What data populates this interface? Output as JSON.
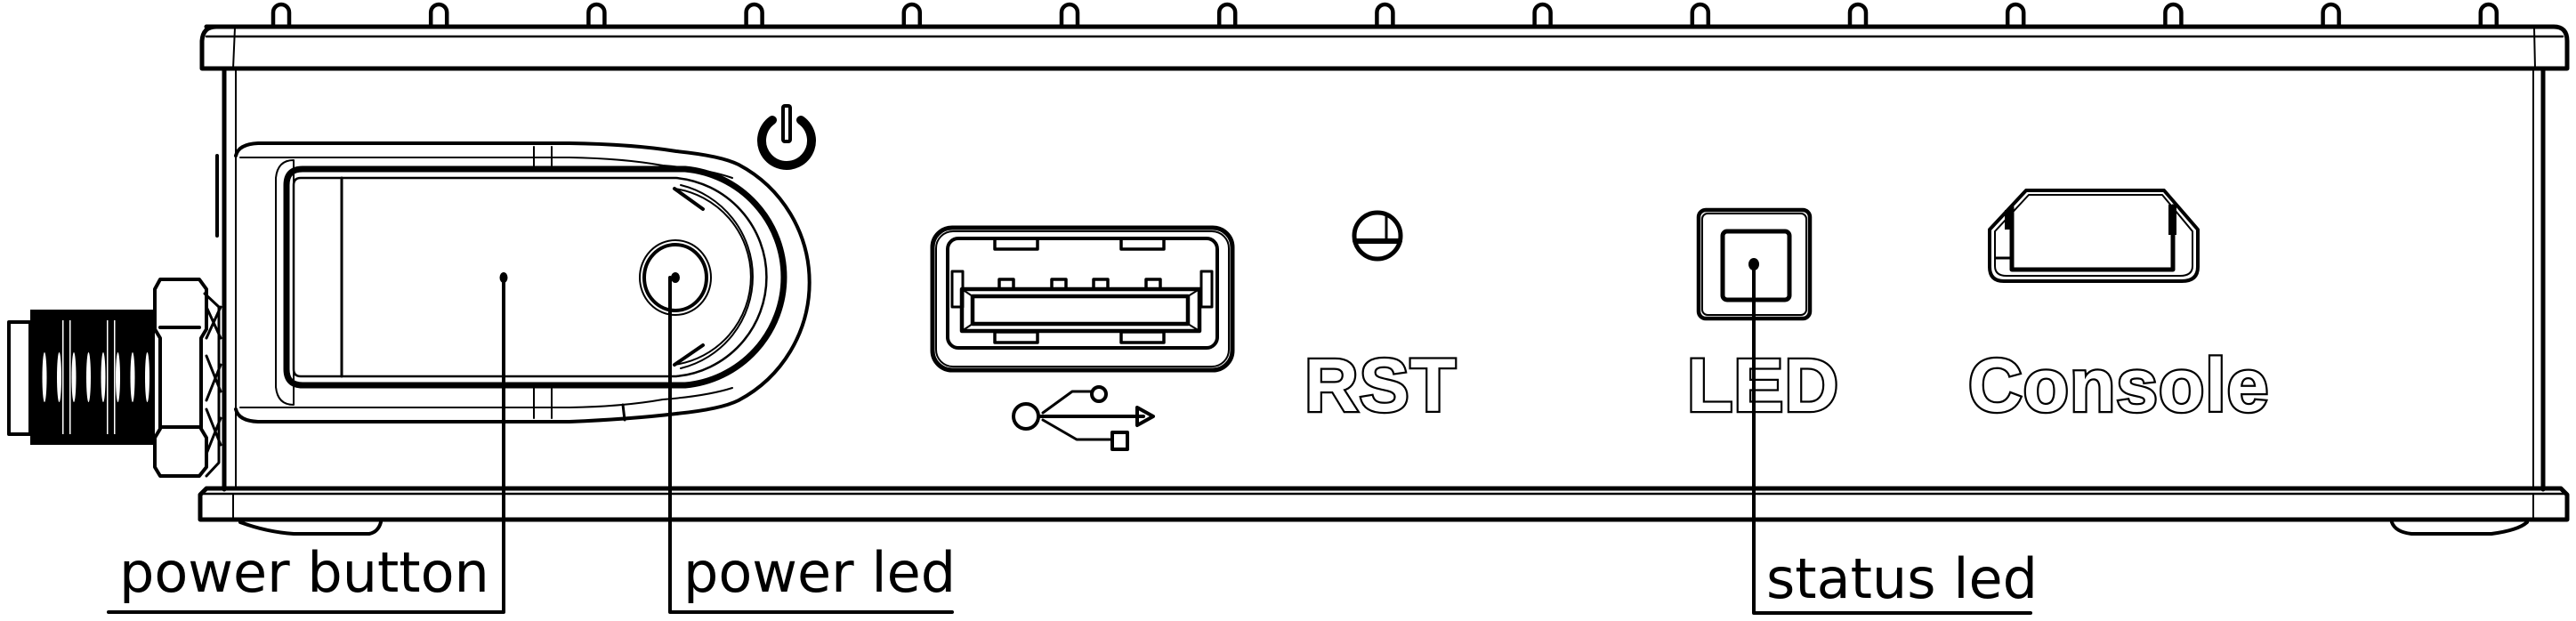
{
  "diagram": {
    "subject": "device front panel",
    "colors": {
      "line": "#000000",
      "background": "#ffffff"
    },
    "panel_labels": {
      "reset": "RST",
      "led": "LED",
      "console": "Console"
    },
    "icons": {
      "power_symbol": "power-icon",
      "usb_symbol": "usb-icon",
      "reset_hole": "reset-hole-icon"
    },
    "ports": [
      {
        "name": "antenna connector",
        "type": "sma-connector"
      },
      {
        "name": "usb port",
        "type": "usb-a"
      },
      {
        "name": "console port",
        "type": "micro-usb"
      }
    ],
    "callouts": [
      {
        "label": "power button"
      },
      {
        "label": "power led"
      },
      {
        "label": "status led"
      }
    ],
    "lid_bumps": 15
  }
}
